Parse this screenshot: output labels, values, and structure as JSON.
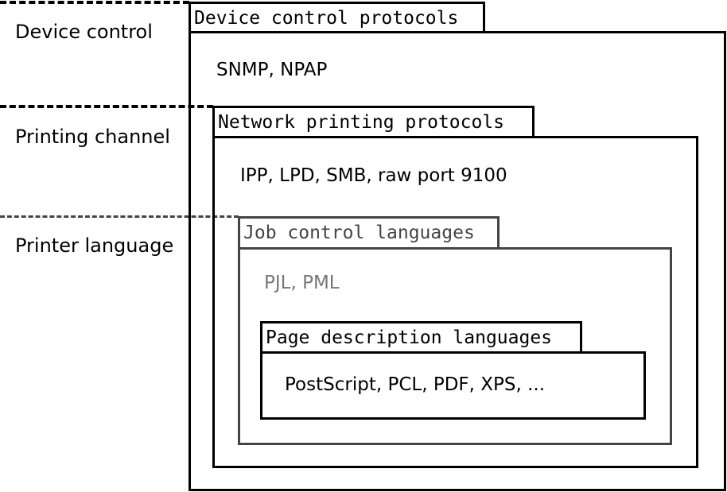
{
  "layers": {
    "device_control": "Device control",
    "printing_channel": "Printing channel",
    "printer_language": "Printer language"
  },
  "boxes": {
    "device_control_protocols": {
      "title": "Device control protocols",
      "content": "SNMP, NPAP"
    },
    "network_printing_protocols": {
      "title": "Network printing protocols",
      "content": "IPP, LPD, SMB, raw port 9100"
    },
    "job_control_languages": {
      "title": "Job control languages",
      "content": "PJL, PML"
    },
    "page_description_languages": {
      "title": "Page description languages",
      "content": "PostScript, PCL, PDF, XPS, ..."
    }
  },
  "colors": {
    "outer_border": "#000000",
    "job_control_border": "#444444",
    "job_control_text": "#777777"
  }
}
